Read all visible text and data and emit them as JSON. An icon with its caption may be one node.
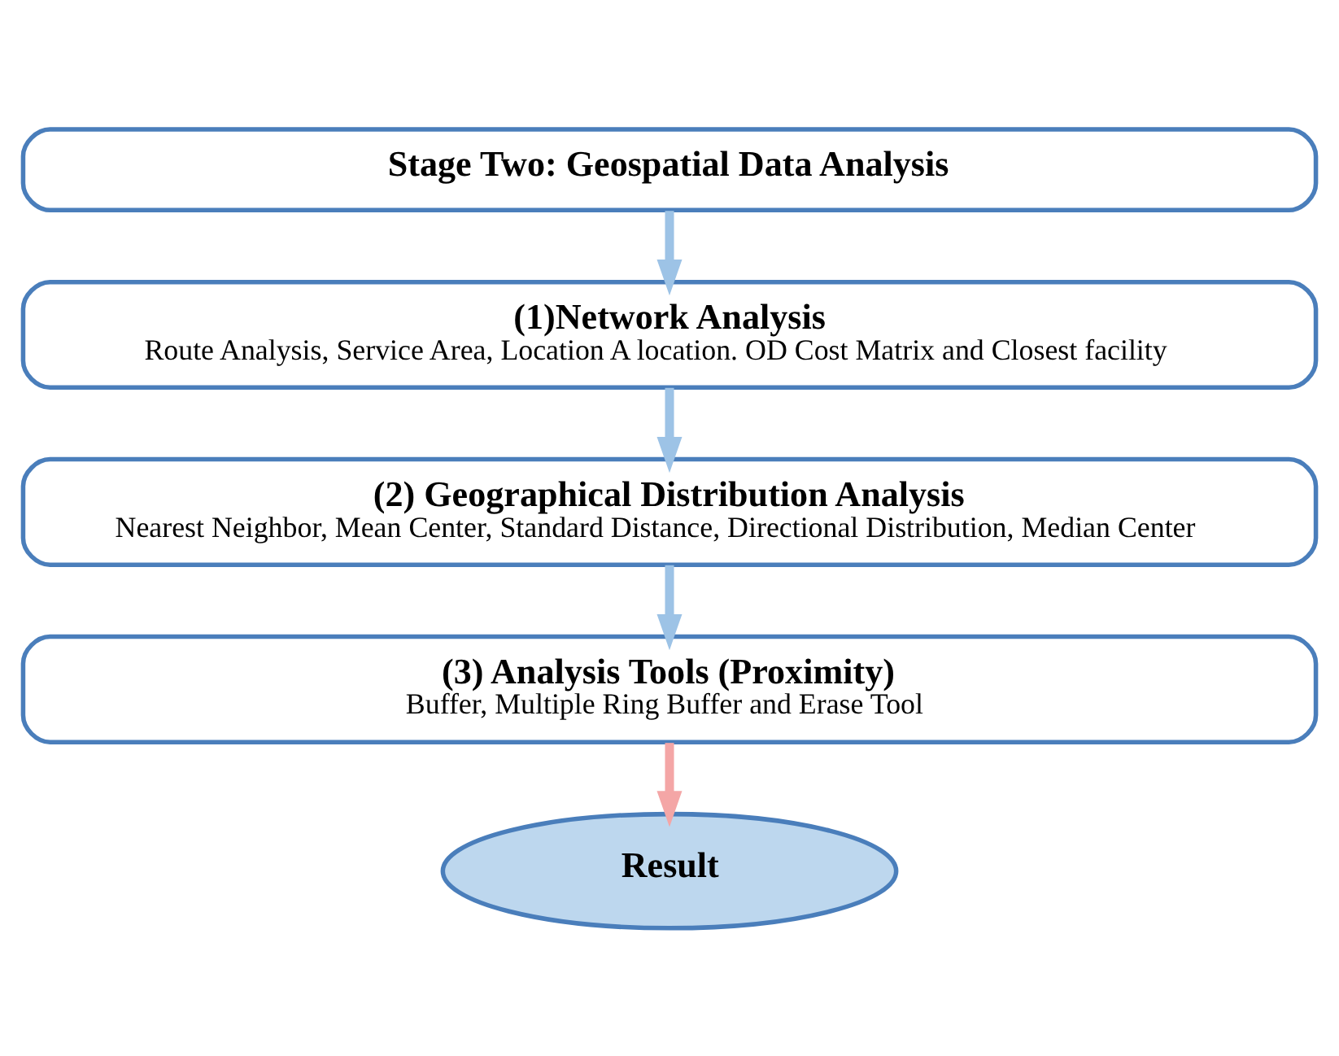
{
  "diagram": {
    "nodes": [
      {
        "text": [
          "Stage Two: Geospatial Data Analysis"
        ]
      },
      {
        "text": [
          "(1)Network Analysis",
          "Route Analysis, Service Area, Location A location. OD Cost Matrix and Closest facility"
        ]
      },
      {
        "text": [
          "(2) Geographical Distribution Analysis",
          "Nearest Neighbor, Mean Center, Standard Distance, Directional Distribution, Median Center"
        ]
      },
      {
        "text": [
          "(3) Analysis Tools (Proximity)",
          "Buffer, Multiple Ring Buffer and Erase Tool"
        ]
      },
      {
        "text": [
          "Result"
        ]
      }
    ],
    "edges": [
      {
        "from": 0,
        "to": 1,
        "arrow": "to"
      },
      {
        "from": 1,
        "to": 2,
        "arrow": "to"
      },
      {
        "from": 2,
        "to": 3,
        "arrow": "to"
      },
      {
        "from": 3,
        "to": 4,
        "arrow": "to",
        "color": "#f4a6a6"
      }
    ]
  }
}
